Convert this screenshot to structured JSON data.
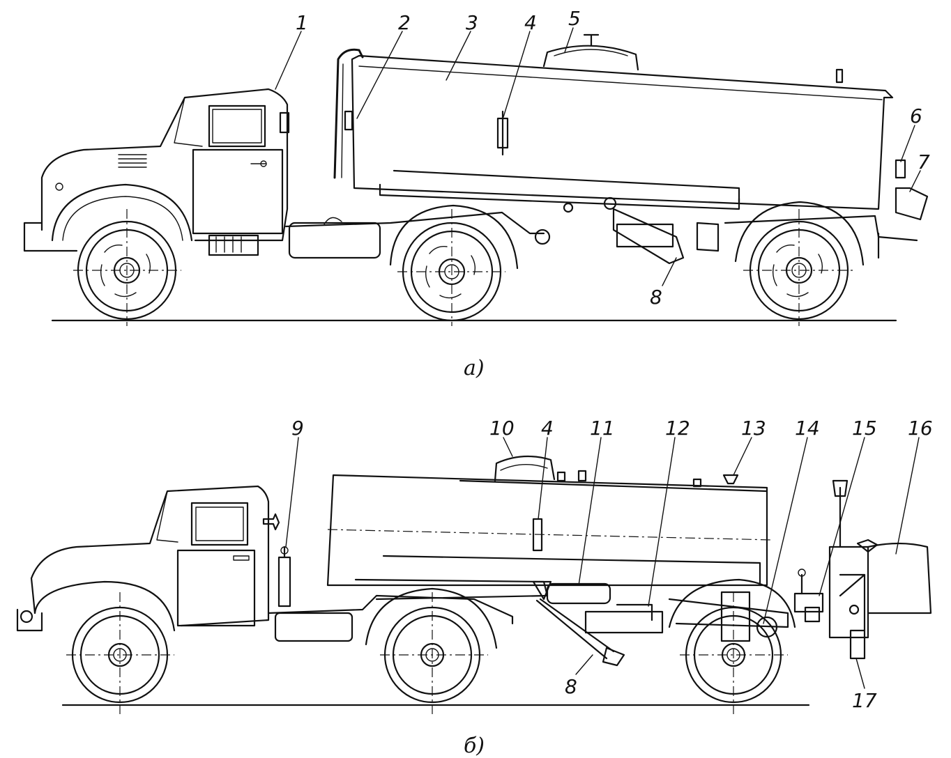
{
  "figure_a": {
    "caption": "а)",
    "callouts": [
      "1",
      "2",
      "3",
      "4",
      "5",
      "6",
      "7",
      "8"
    ]
  },
  "figure_b": {
    "caption": "б)",
    "callouts": [
      "9",
      "10",
      "4",
      "11",
      "12",
      "13",
      "14",
      "15",
      "16",
      "8",
      "17"
    ]
  }
}
